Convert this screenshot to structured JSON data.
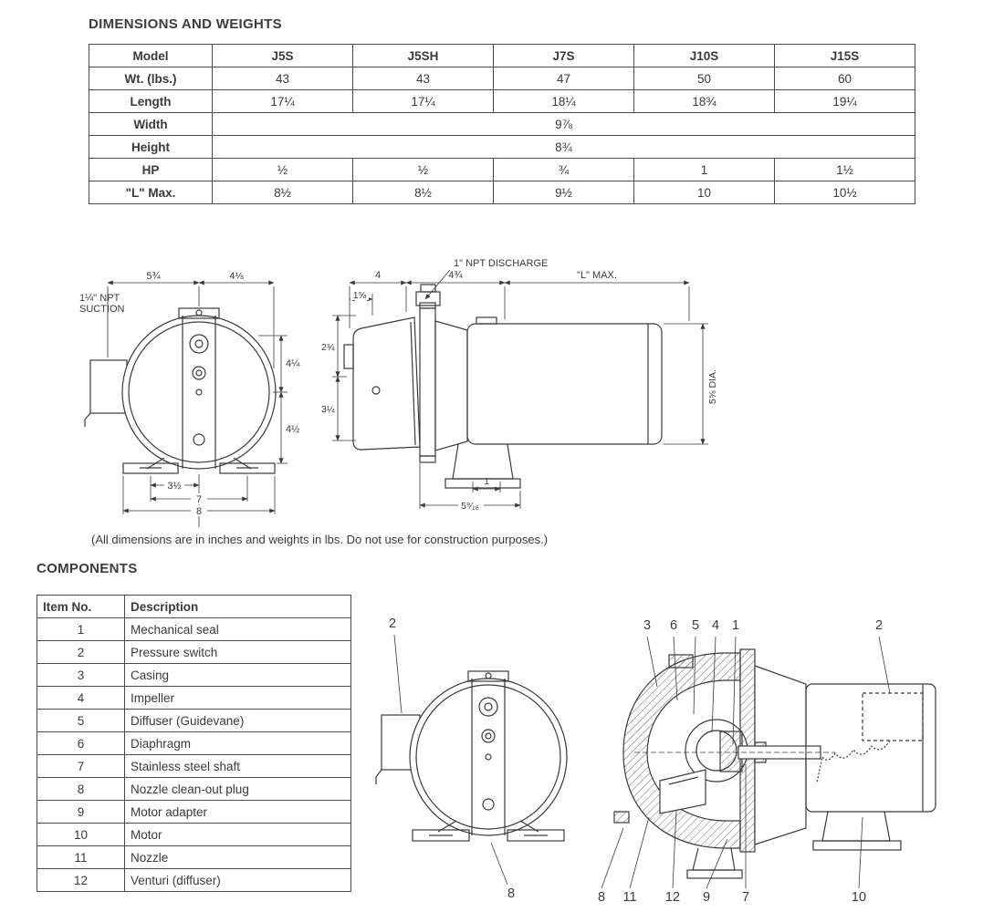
{
  "page": {
    "dim_heading": "DIMENSIONS AND WEIGHTS",
    "comp_heading": "COMPONENTS",
    "note": "(All dimensions are in inches and weights in lbs. Do not use for construction purposes.)"
  },
  "dim_table": {
    "headers": [
      "Model",
      "J5S",
      "J5SH",
      "J7S",
      "J10S",
      "J15S"
    ],
    "rows": [
      {
        "label": "Wt. (lbs.)",
        "values": [
          "43",
          "43",
          "47",
          "50",
          "60"
        ]
      },
      {
        "label": "Length",
        "values": [
          "17¼",
          "17¼",
          "18¼",
          "18¾",
          "19¼"
        ]
      },
      {
        "label": "Width",
        "span": "9⅞"
      },
      {
        "label": "Height",
        "span": "8¾"
      },
      {
        "label": "HP",
        "values": [
          "½",
          "½",
          "¾",
          "1",
          "1½"
        ]
      },
      {
        "label": "\"L\" Max.",
        "values": [
          "8½",
          "8½",
          "9½",
          "10",
          "10½"
        ]
      }
    ]
  },
  "front_view": {
    "suction_line1": "1¼\" NPT",
    "suction_line2": "SUCTION",
    "top_left": "5¾",
    "top_right": "4⅛",
    "right_upper": "4¼",
    "right_lower": "4½",
    "bottom1": "3½",
    "bottom2": "7",
    "bottom3": "8"
  },
  "side_view": {
    "discharge": "1\" NPT DISCHARGE",
    "top1": "4",
    "top2": "4¾",
    "top3": "\"L\" MAX.",
    "small": "1⅝",
    "left_upper": "2¾",
    "left_lower": "3¼",
    "dia": "5⅝ DIA.",
    "bottom_small": "1",
    "bottom": "5⁹⁄₁₆"
  },
  "comp_table": {
    "headers": [
      "Item No.",
      "Description"
    ],
    "rows": [
      [
        "1",
        "Mechanical seal"
      ],
      [
        "2",
        "Pressure switch"
      ],
      [
        "3",
        "Casing"
      ],
      [
        "4",
        "Impeller"
      ],
      [
        "5",
        "Diffuser (Guidevane)"
      ],
      [
        "6",
        "Diaphragm"
      ],
      [
        "7",
        "Stainless steel shaft"
      ],
      [
        "8",
        "Nozzle clean-out plug"
      ],
      [
        "9",
        "Motor adapter"
      ],
      [
        "10",
        "Motor"
      ],
      [
        "11",
        "Nozzle"
      ],
      [
        "12",
        "Venturi (diffuser)"
      ]
    ]
  },
  "callouts": {
    "fv_switch": "2",
    "fv_plug": "8",
    "xs_casing": "3",
    "xs_diaphragm": "6",
    "xs_diffuser": "5",
    "xs_impeller": "4",
    "xs_seal": "1",
    "xs_switch": "2",
    "xs_plug": "8",
    "xs_nozzle": "11",
    "xs_venturi": "12",
    "xs_adapter": "9",
    "xs_shaft": "7",
    "xs_motor": "10"
  }
}
